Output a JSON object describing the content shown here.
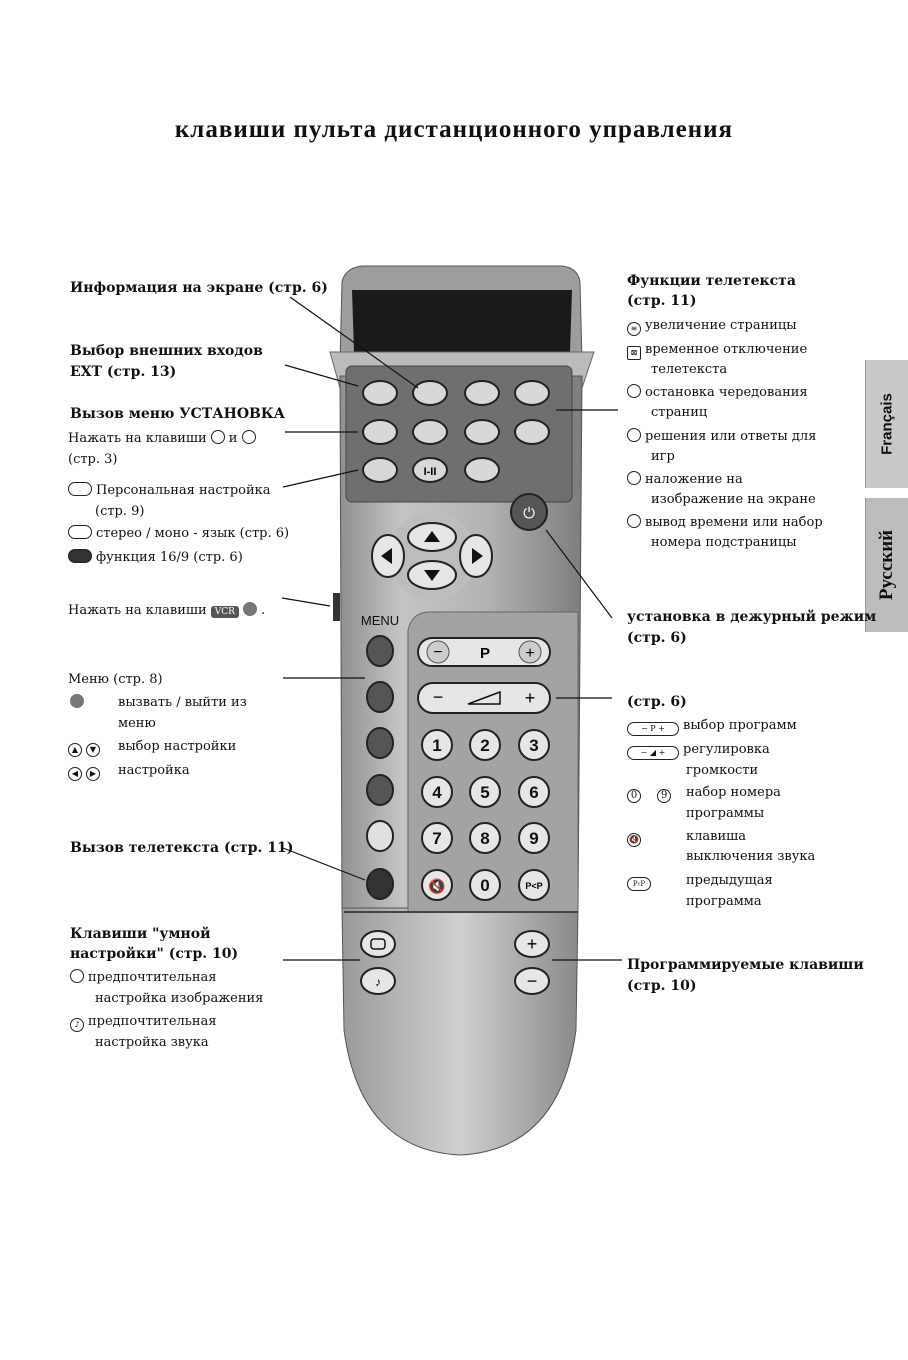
{
  "title": "клавиши пульта дистанционного управления",
  "tabs": {
    "fr": "Français",
    "ru": "Русский"
  },
  "left": {
    "info": "Информация на экране (стр. 6)",
    "ext1": "Выбор внешних входов",
    "ext2": "EXT (стр. 13)",
    "setup_head": "Вызов меню УСТАНОВКА",
    "setup_l1": "Нажать на клавиши",
    "setup_and": "и",
    "setup_l2": "(стр. 3)",
    "pers1": "Персональная настройка",
    "pers2": "(стр. 9)",
    "stereo": "стерео / моно - язык (стр. 6)",
    "f169": "функция 16/9 (стр. 6)",
    "press_vcr": "Нажать на клавиши",
    "vcr_badge": "VCR",
    "menu_head": "Меню (стр. 8)",
    "menu_call1": "вызвать / выйти из",
    "menu_call2": "меню",
    "menu_sel": "выбор настройки",
    "menu_adj": "настройка",
    "teletext_call": "Вызов телетекста (стр. 11)",
    "smart1": "Клавиши \"умной",
    "smart2": "настройки\" (стр. 10)",
    "smart_img1": "предпочтительная",
    "smart_img2": "настройка изображения",
    "smart_snd1": "предпочтительная",
    "smart_snd2": "настройка звука"
  },
  "right": {
    "tt_head1": "Функции телетекста",
    "tt_head2": "(стр. 11)",
    "tt_1": "увеличение страницы",
    "tt_2a": "временное отключение",
    "tt_2b": "телетекста",
    "tt_3a": "остановка чередования",
    "tt_3b": "страниц",
    "tt_4a": "решения или ответы для",
    "tt_4b": "игр",
    "tt_5a": "наложение на",
    "tt_5b": "изображение на экране",
    "tt_6a": "вывод времени или набор",
    "tt_6b": "номера подстраницы",
    "standby1": "установка в дежурный режим",
    "standby2": "(стр. 6)",
    "p6": "(стр. 6)",
    "prog_sel": "выбор программ",
    "vol1": "регулировка",
    "vol2": "громкости",
    "digits_a": "0",
    "digits_b": "9",
    "num1": "набор номера",
    "num2": "программы",
    "mute1": "клавиша",
    "mute2": "выключения звука",
    "prev1": "предыдущая",
    "prev2": "программа",
    "progkeys1": "Программируемые клавиши",
    "progkeys2": "(стр. 10)"
  },
  "remote": {
    "menu_label": "MENU",
    "p_label": "P",
    "i_ii": "I-II",
    "pp": "P<P",
    "digits": [
      "1",
      "2",
      "3",
      "4",
      "5",
      "6",
      "7",
      "8",
      "9",
      "0"
    ]
  }
}
